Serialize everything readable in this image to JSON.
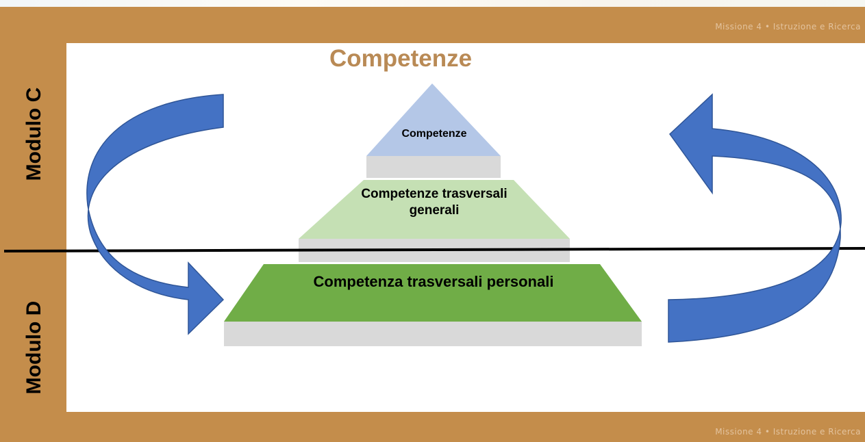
{
  "header": {
    "mission_text": "Missione 4 • Istruzione e Ricerca"
  },
  "footer": {
    "mission_text": "Missione 4 • Istruzione e Ricerca"
  },
  "modules": {
    "upper": "Modulo C",
    "lower": "Modulo D"
  },
  "title": "Competenze",
  "pyramid": {
    "tiers": [
      {
        "label": "Competenze",
        "color": "#b4c7e7"
      },
      {
        "label": "Competenze trasversali generali",
        "color": "#c5e0b4"
      },
      {
        "label": "Competenza trasversali personali",
        "color": "#70ad47"
      }
    ],
    "step_color": "#d9d9d9"
  },
  "arrows": {
    "color": "#4472c4",
    "dark_color": "#2f5597"
  },
  "colors": {
    "band": "#c48d4b",
    "band_text": "#e3c39e",
    "title": "#b98a55"
  }
}
